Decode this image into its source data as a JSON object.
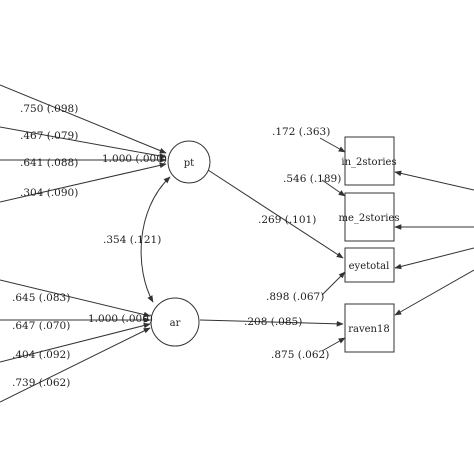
{
  "latent": {
    "pt": "pt",
    "ar": "ar"
  },
  "observed": {
    "in_2stories": "in_2stories",
    "me_2stories": "me_2stories",
    "eyetotal": "eyetotal",
    "raven18": "raven18"
  },
  "pt_loadings": {
    "l1": ".750 (.098)",
    "l2": ".467 (.079)",
    "l3": ".641 (.088)",
    "l4": "1.000 (.000)",
    "l5": ".304 (.090)"
  },
  "ar_loadings": {
    "l1": ".645 (.083)",
    "l2": ".647 (.070)",
    "l3": "1.000 (.000)",
    "l4": ".404 (.092)",
    "l5": ".739 (.062)"
  },
  "covariance": ".354 (.121)",
  "paths": {
    "pt_eyetotal": ".269 (.101)",
    "ar_raven18": ".208 (.085)"
  },
  "residuals": {
    "in_2stories": ".172 (.363)",
    "me_2stories": ".546 (.189)",
    "eyetotal": ".898 (.067)",
    "raven18": ".875 (.062)"
  }
}
